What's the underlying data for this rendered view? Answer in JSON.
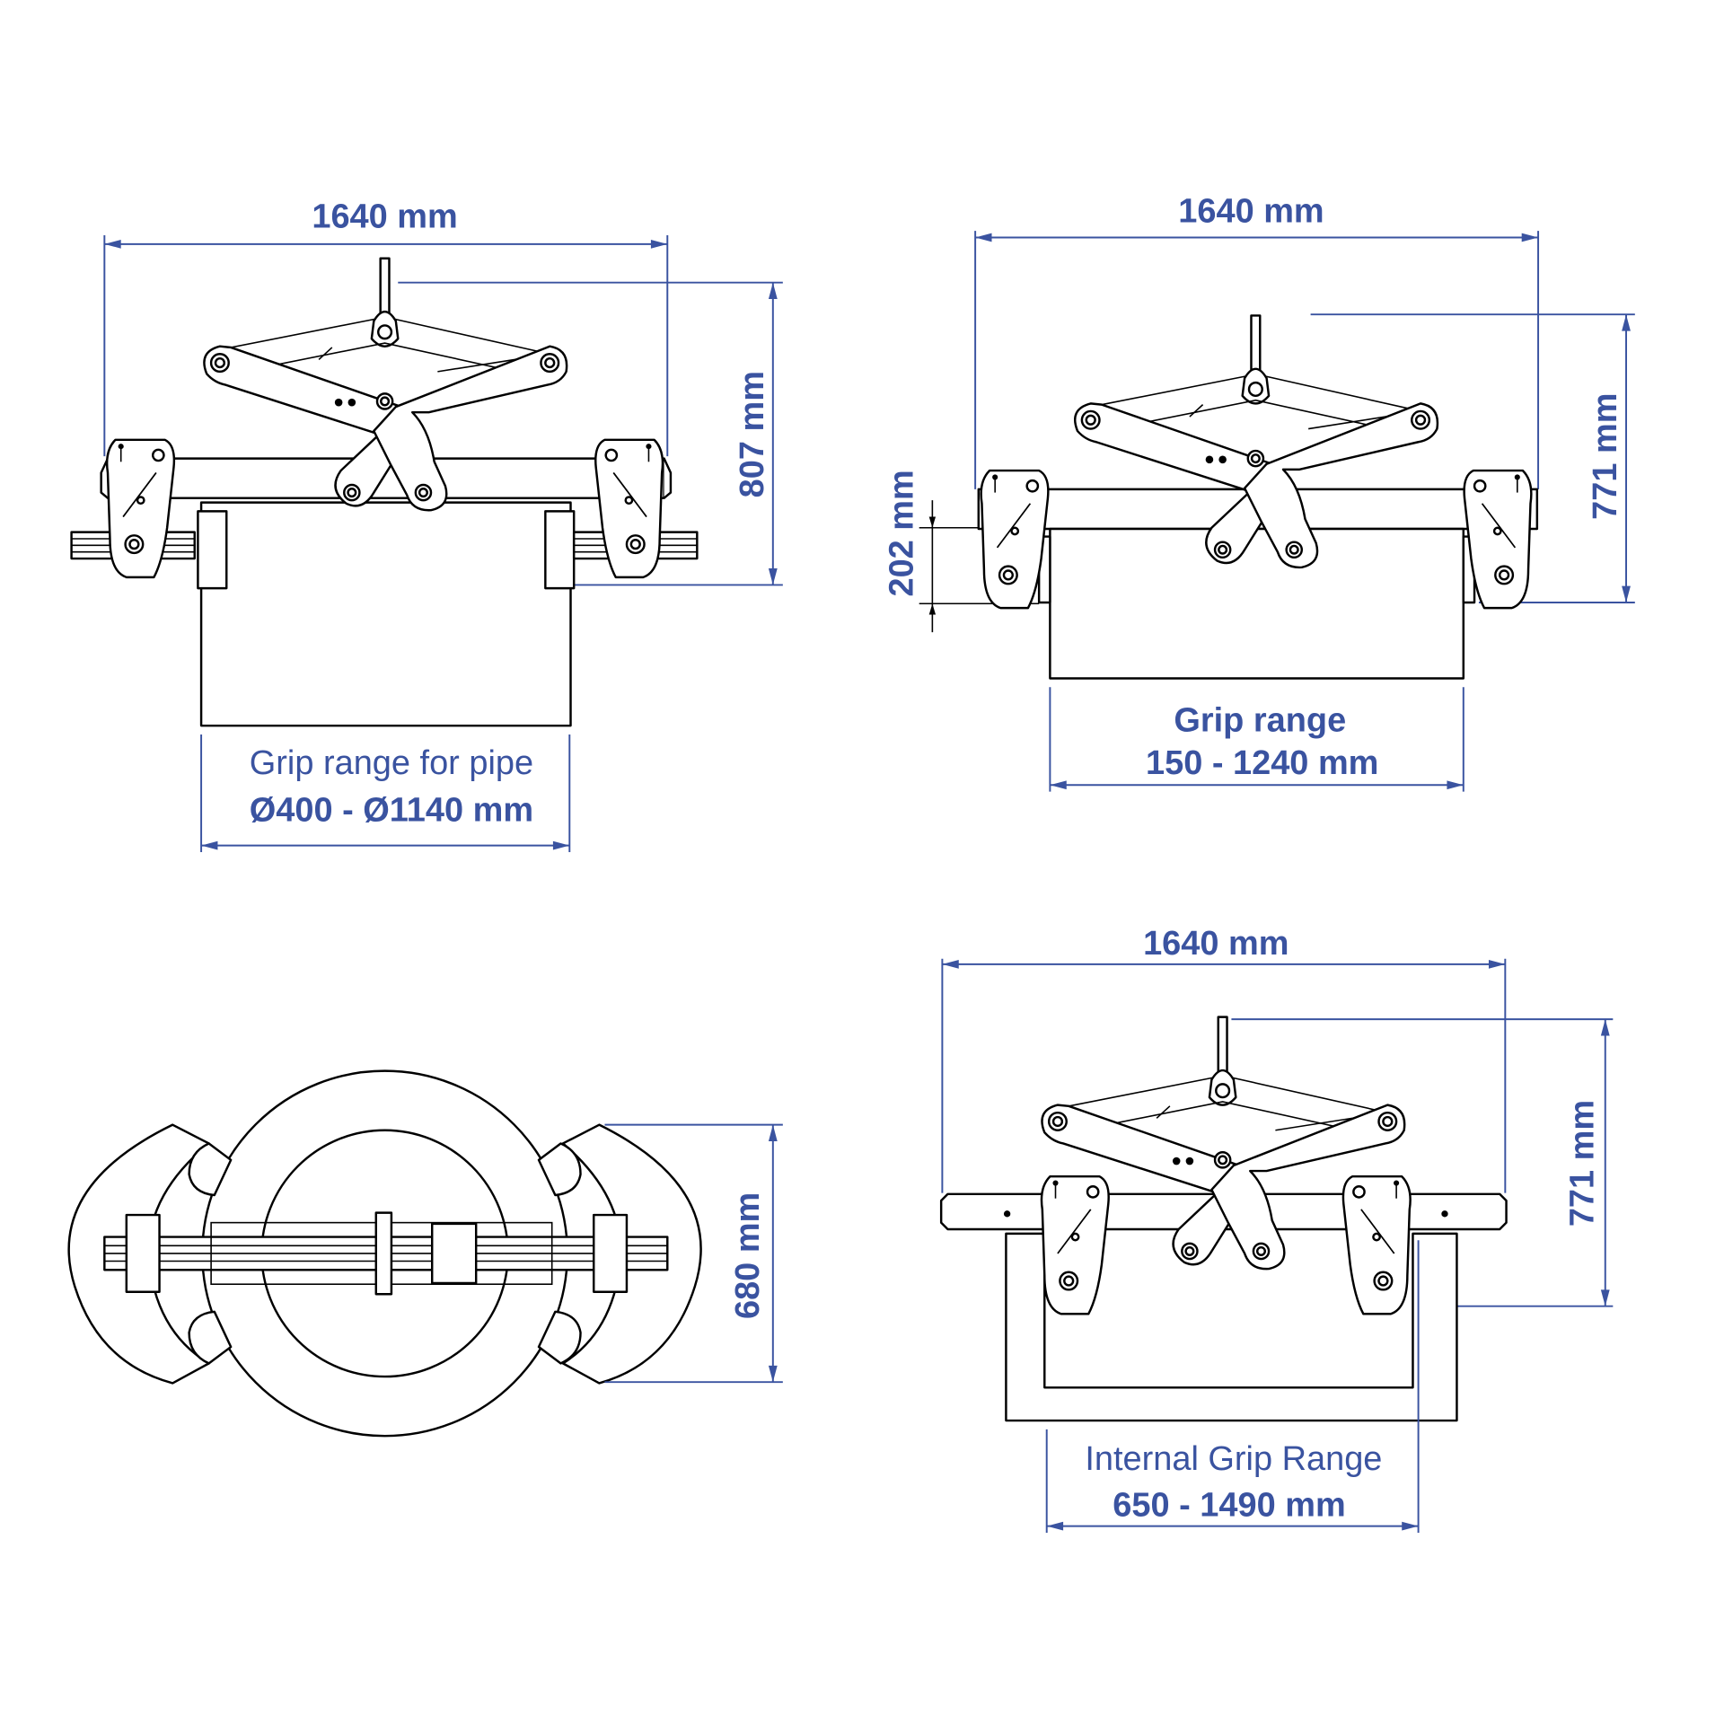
{
  "colors": {
    "dimension": "#3a53a0",
    "outline": "#000000",
    "background": "#ffffff"
  },
  "views": {
    "pipe_side": {
      "width_label": "1640 mm",
      "height_label": "807 mm",
      "grip_title": "Grip range for pipe",
      "grip_value": "Ø400 - Ø1140 mm"
    },
    "block_side": {
      "width_label": "1640 mm",
      "height_label": "771 mm",
      "jaw_label": "202 mm",
      "grip_title": "Grip range",
      "grip_value": "150 - 1240 mm"
    },
    "top_view": {
      "depth_label": "680 mm"
    },
    "internal_side": {
      "width_label": "1640 mm",
      "height_label": "771 mm",
      "grip_title": "Internal Grip Range",
      "grip_value": "650 - 1490 mm"
    }
  }
}
